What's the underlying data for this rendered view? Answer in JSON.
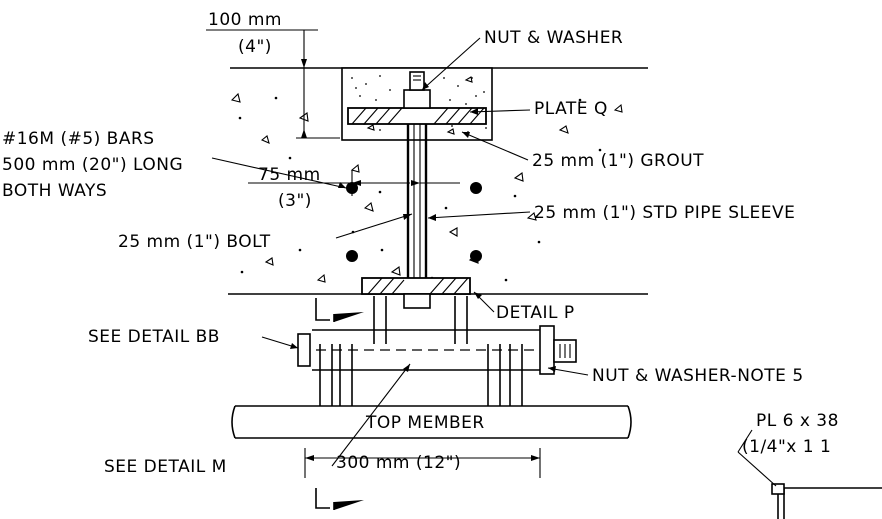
{
  "labels": {
    "dim_100": "100 mm",
    "dim_4in": "(4\")",
    "nut_washer_top": "NUT & WASHER",
    "plate_q": "PLATE Q",
    "bars_line1": "#16M (#5) BARS",
    "bars_line2": "500 mm (20\") LONG",
    "bars_line3": "BOTH WAYS",
    "grout": "25 mm (1\") GROUT",
    "dim_75": "75 mm",
    "dim_3in": "(3\")",
    "pipe_sleeve": "25 mm (1\") STD PIPE SLEEVE",
    "bolt": "25 mm (1\") BOLT",
    "detail_p": "DETAIL P",
    "see_detail_bb": "SEE DETAIL BB",
    "nut_washer_note5": "NUT & WASHER-NOTE 5",
    "top_member": "TOP MEMBER",
    "pl_line1": "PL 6 x 38",
    "pl_line2": "(1/4\"x 1 1",
    "see_detail_m": "SEE DETAIL M",
    "dim_300": "300 mm (12\")",
    "section_mark_top": "L",
    "section_mark_bottom": "L"
  }
}
